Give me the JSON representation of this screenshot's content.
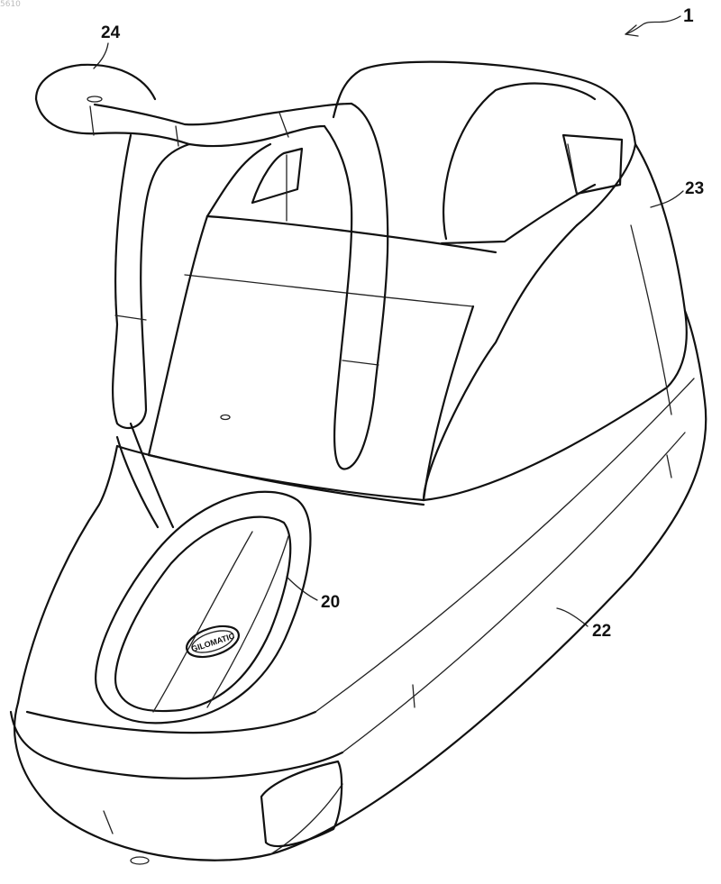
{
  "figure": {
    "corner_id": "5610",
    "brand_plate_text": "GILOMATIC",
    "reference_numerals": {
      "device": "1",
      "handle": "24",
      "rear_housing": "23",
      "foot_recess": "20",
      "base_housing": "22"
    }
  },
  "colors": {
    "line": "#111111",
    "background": "#ffffff"
  }
}
